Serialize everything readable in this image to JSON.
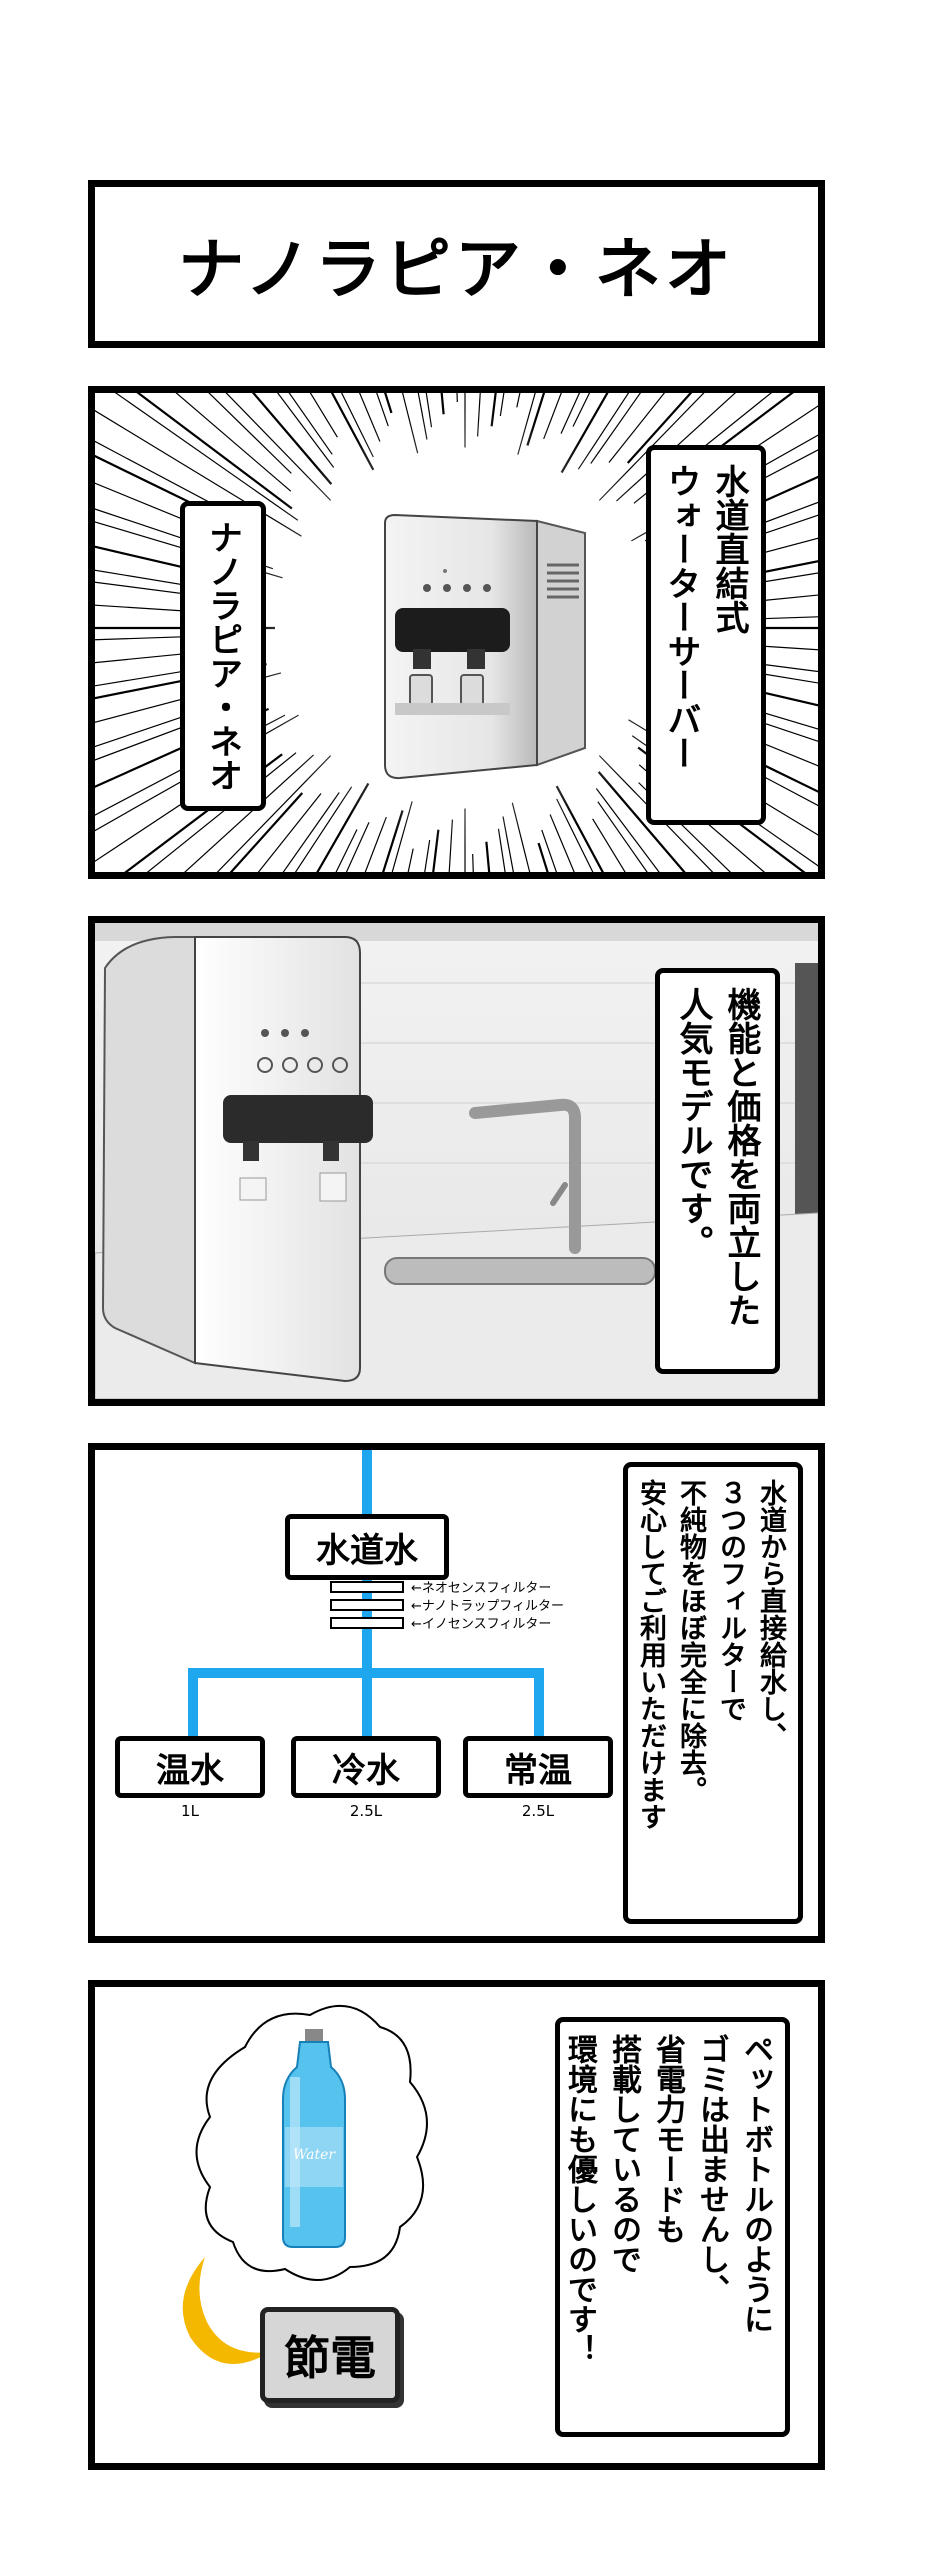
{
  "title": "ナノラピア・ネオ",
  "panel1": {
    "name_box": "ナノラピア・ネオ",
    "desc_lines": [
      "水道直結式",
      "ウォーターサーバー"
    ]
  },
  "panel2": {
    "desc_lines": [
      "機能と価格を両立した",
      "人気モデルです。"
    ]
  },
  "panel3": {
    "source": "水道水",
    "filters": [
      "←ネオセンスフィルター",
      "←ナノトラップフィルター",
      "←イノセンスフィルター"
    ],
    "outputs": [
      {
        "label": "温水",
        "capacity": "1L"
      },
      {
        "label": "冷水",
        "capacity": "2.5L"
      },
      {
        "label": "常温",
        "capacity": "2.5L"
      }
    ],
    "desc_lines": [
      "水道から直接給水し、",
      "３つのフィルターで",
      "不純物をほぼ完全に除去。",
      "安心してご利用いただけます"
    ]
  },
  "panel4": {
    "bottle_text": "Water",
    "button_label": "節電",
    "desc_lines": [
      "ペットボトルのように",
      "ゴミは出ませんし、",
      "省電力モードも",
      "搭載しているので",
      "環境にも優しいのです！"
    ]
  },
  "colors": {
    "flow_line": "#1ea7ee",
    "moon": "#f5b800",
    "bottle": "#56c2ee"
  }
}
